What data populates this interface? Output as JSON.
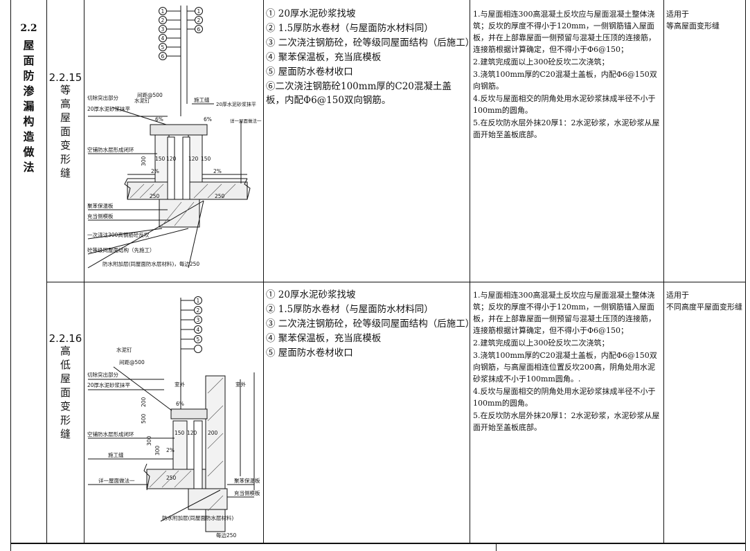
{
  "section": {
    "number": "2.2",
    "title_chars": [
      "屋",
      "面",
      "防",
      "渗",
      "漏",
      "构",
      "造",
      "做",
      "法"
    ]
  },
  "rows": [
    {
      "code": "2.2.15",
      "name_chars": [
        "等",
        "高",
        "屋",
        "面",
        "变",
        "形",
        "缝"
      ],
      "materials": [
        "① 20厚水泥砂浆找坡",
        "② 1.5厚防水卷材（与屋面防水材料同）",
        "③ 二次浇注钢筋砼，砼等级同屋面结构（后施工）",
        "④ 聚苯保温板，充当底模板",
        "⑤ 屋面防水卷材收口",
        "⑥二次浇注钢筋砼100mm厚的C20混凝土盖板，内配Φ6@150双向钢筋。"
      ],
      "notes": [
        "1.与屋面相连300高混凝土反坎应与屋面混凝土整体浇筑；反坎的厚度不得小于120mm，一侧钢筋锚入屋面板，并在上部靠屋面一侧预留与混凝土压顶的连接筋，连接筋根据计算确定，但不得小于Φ6@150；",
        "2.建筑完成面以上300砼反坎二次浇筑；",
        "3.浇筑100mm厚的C20混凝土盖板，内配Φ6@150双向钢筋。",
        "4.反坎与屋面相交的阴角处用水泥砂浆抹成半径不小于100mm的圆角。",
        "5.在反坎防水层外抹20厚1：2水泥砂浆，水泥砂浆从屋面开始至盖板底部。"
      ],
      "applies": [
        "适用于",
        "等高屋面变形缝"
      ],
      "drawing": {
        "labels": [
          "水泥钉",
          "间距@500",
          "切除突出部分",
          "20厚水泥砂浆抹平",
          "施工缝",
          "20厚水泥砂浆抹平",
          "详一屋面做法一",
          "空铺防水层形成闭环",
          "聚苯保温板",
          "充当侧模板",
          "一次浇注300高钢筋砼反坎",
          "砼等级同屋面结构（先施工）",
          "防水附加层(同屋面防水层材料)，每边250"
        ],
        "dims": [
          "6%",
          "6%",
          "300",
          "150",
          "120",
          "120",
          "150",
          "2%",
          "2%",
          "250",
          "250"
        ],
        "callouts_left": [
          "1",
          "2",
          "3",
          "4",
          "5",
          "6"
        ],
        "callouts_right": [
          "1",
          "2",
          "6"
        ]
      }
    },
    {
      "code": "2.2.16",
      "name_chars": [
        "高",
        "低",
        "屋",
        "面",
        "变",
        "形",
        "缝"
      ],
      "materials": [
        "① 20厚水泥砂浆找坡",
        "② 1.5厚防水卷材（与屋面防水材料同）",
        "③ 二次浇注钢筋砼，砼等级同屋面结构（后施工）",
        "④ 聚苯保温板，充当底模板",
        "⑤ 屋面防水卷材收口"
      ],
      "notes": [
        "1.与屋面相连300高混凝土反坎应与屋面混凝土整体浇筑；反坎的厚度不得小于120mm，一侧钢筋锚入屋面板，并在上部靠屋面一侧预留与混凝土压顶的连接筋，连接筋根据计算确定，但不得小于Φ6@150；",
        "2.建筑完成面以上300砼反坎二次浇筑；",
        "3.浇筑100mm厚的C20混凝土盖板，内配Φ6@150双向钢筋，与高屋面相连位置反坎200高，阴角处用水泥砂浆抹成不小于100mm圆角。.",
        "4.反坎与屋面相交的阴角处用水泥砂浆抹成半径不小于100mm的圆角。",
        "5.在反坎防水层外抹20厚1：2水泥砂浆，水泥砂浆从屋面开始至盖板底部。"
      ],
      "applies": [
        "适用于",
        "不同高度平屋面变形缝"
      ],
      "drawing": {
        "labels": [
          "水泥钉",
          "间距@500",
          "切除突出部分",
          "20厚水泥砂浆抹平",
          "室外",
          "室外",
          "空铺防水层形成闭环",
          "施工缝",
          "详一屋面做法一",
          "聚苯保温板",
          "充当侧模板",
          "防水附加层(同屋面防水层材料)",
          "每边250"
        ],
        "dims": [
          "6%",
          "200",
          "500",
          "300",
          "150",
          "120",
          "200",
          "300",
          "2%",
          "250"
        ],
        "callouts": [
          "1",
          "2",
          "3",
          "4",
          "5"
        ]
      }
    }
  ]
}
